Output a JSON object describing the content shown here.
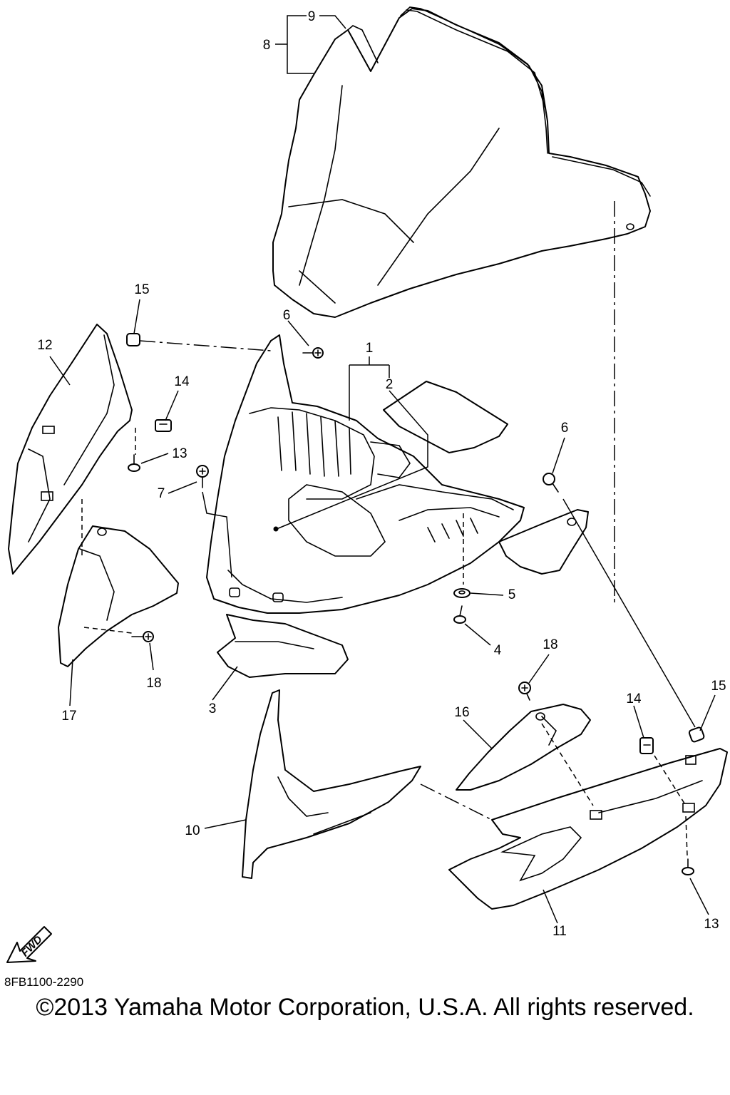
{
  "diagram": {
    "callouts": [
      "1",
      "2",
      "3",
      "4",
      "5",
      "6",
      "6",
      "7",
      "8",
      "9",
      "10",
      "11",
      "12",
      "13",
      "13",
      "14",
      "14",
      "15",
      "15",
      "16",
      "17",
      "18",
      "18"
    ],
    "fwd_label": "FWD"
  },
  "footer": {
    "drawing_code": "8FB1100-2290",
    "copyright": "©2013 Yamaha Motor Corporation, U.S.A. All rights reserved."
  }
}
